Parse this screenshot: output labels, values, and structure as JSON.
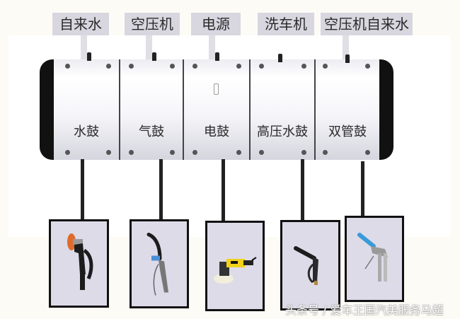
{
  "supply_labels": [
    {
      "id": "tap-water",
      "label": "自来水"
    },
    {
      "id": "air-compressor",
      "label": "空压机"
    },
    {
      "id": "power",
      "label": "电源"
    },
    {
      "id": "washer",
      "label": "洗车机"
    },
    {
      "id": "air-compressor-and-tap-water",
      "label": "空压机自来水"
    }
  ],
  "drum_segments": [
    {
      "id": "water-reel",
      "label": "水鼓"
    },
    {
      "id": "air-reel",
      "label": "气鼓"
    },
    {
      "id": "power-reel",
      "label": "电鼓"
    },
    {
      "id": "high-pressure-water-reel",
      "label": "高压水鼓"
    },
    {
      "id": "dual-hose-reel",
      "label": "双管鼓"
    }
  ],
  "tools": [
    {
      "id": "spray-gun",
      "icon": "garden-spray-nozzle-icon"
    },
    {
      "id": "air-blow-gun",
      "icon": "air-blow-gun-icon"
    },
    {
      "id": "polisher",
      "icon": "electric-polisher-icon"
    },
    {
      "id": "pressure-washer-gun",
      "icon": "pressure-washer-gun-icon"
    },
    {
      "id": "foam-gun",
      "icon": "dual-foam-gun-icon"
    }
  ],
  "watermark": "头条号 / 爱车王国汽美服务马超",
  "colors": {
    "label_bg": "#d8d7e0",
    "tool_box_bg": "#dddbe8",
    "drum_body": "#f4f4f8",
    "drum_cap": "#111111",
    "cable": "#222222"
  }
}
